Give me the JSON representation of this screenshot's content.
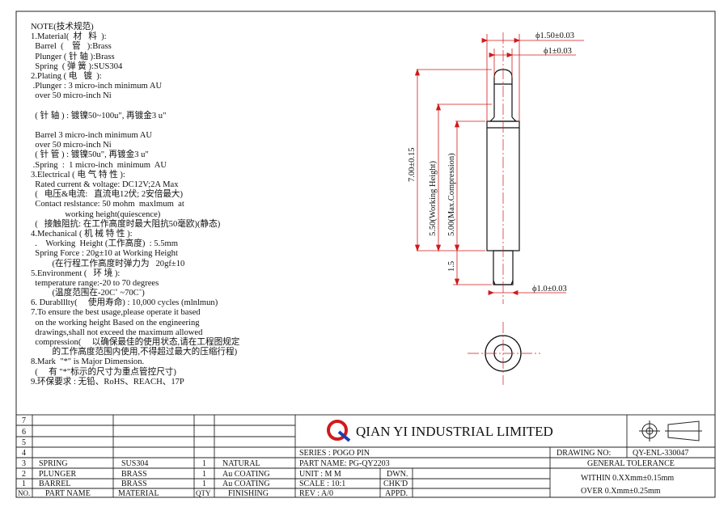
{
  "notes": [
    "NOTE(技术规范)",
    "1.Material(  材   料  ):",
    "  Barrel  (    管   ):Brass",
    "  Plunger ( 针 轴 ):Brass",
    "  Spring  ( 弹 簧 ):SUS304",
    "2.Plating ( 电   镀  ):",
    " .Plunger : 3 micro-inch minimum AU",
    "  over 50 micro-inch Ni",
    "",
    "  ( 针 轴 ) : 镀镍50~100u\", 再镀金3 u\"",
    "",
    "  Barrel 3 micro-inch minimum AU",
    "  over 50 micro-inch Ni",
    "  ( 针 管 ) : 镀镍50u\", 再镀金3 u\"",
    " .Spring  :  1 micro-inch  minimum  AU",
    "3.Electrical ( 电 气 特 性 ):",
    "  Rated current & voltage: DC12V;2A Max",
    "  (   电压&电流:   直流电12伏; 2安倍最大)",
    "  Contact reslstance: 50 mohm  maxlmum  at",
    "                working height(quiescence)",
    "  (   接触阻抗: 在工作高度时最大阻抗50毫欧)(静态)",
    "4.Mechanical ( 机 械 特 性 ):",
    "  .    Working  Height (工作高度)  : 5.5mm",
    "  Spring Force : 20g±10 at Working Height",
    "          (在行程工作高度时弹力为   20gf±10",
    "5.Environment (   环 境 ):",
    "  temperature range:-20 to 70 degrees",
    "          (温度范围在-20C˚ ~70C˚)",
    "6. Durablllty(     使用寿命) : 10,000 cycles (mlnlmun)",
    "7.To ensure the best usage,please operate it based",
    "  on the working height Based on the engineering",
    "  drawings,shall not exceed the maximum allowed",
    "  compression(     以确保最佳的使用状态,请在工程图规定",
    "          的工作高度范围内使用,不得超过最大的压缩行程)",
    "8.Mark  \"*\" is Major Dimension.",
    "  (     有 \"*\"标示的尺寸为重点管控尺寸)",
    "9.环保要求 : 无铅、RoHS、REACH、17P"
  ],
  "dimensions": {
    "plunger_head_dia": "ϕ1.50±0.03",
    "plunger_dia": "ϕ1±0.03",
    "bottom_dia": "ϕ1.0±0.03",
    "total_height": "7.00±0.15",
    "working_height": "5.50(Working Height)",
    "max_compression": "5.00(Max.Compression)",
    "bottom_length": "1.5"
  },
  "title_block": {
    "row_numbers": [
      "7",
      "6",
      "5",
      "4"
    ],
    "company": "QIAN YI INDUSTRIAL LIMITED",
    "logo_letter": "Q",
    "drawing_no_label": "DRAWING NO:",
    "drawing_no": "QY-ENL-330047",
    "series": "SERIES : POGO  PIN",
    "part_name": "PART NAME: PG-QY2203",
    "unit": "UNIT  : M M",
    "scale": "SCALE : 10:1",
    "rev": "REV   : A/0",
    "dwn": "DWN.",
    "chkd": "CHK'D",
    "appd": "APPD.",
    "general_tolerance": "GENERAL TOLERANCE",
    "tol_within": "WITHIN 0.XXmm±0.15mm",
    "tol_over": "OVER   0.Xmm±0.25mm",
    "parts": [
      {
        "no": "3",
        "name": "SPRING",
        "material": "SUS304",
        "qty": "1",
        "finishing": "NATURAL"
      },
      {
        "no": "2",
        "name": "PLUNGER",
        "material": "BRASS",
        "qty": "1",
        "finishing": "Au COATING"
      },
      {
        "no": "1",
        "name": "BARREL",
        "material": "BRASS",
        "qty": "1",
        "finishing": "Au COATING"
      }
    ],
    "header": {
      "no": "NO.",
      "part_name": "PART NAME",
      "material": "MATERIAL",
      "qty": "QTY",
      "finishing": "FINISHING"
    }
  },
  "colors": {
    "dimension": "#d11a1a",
    "outline": "#111111"
  }
}
